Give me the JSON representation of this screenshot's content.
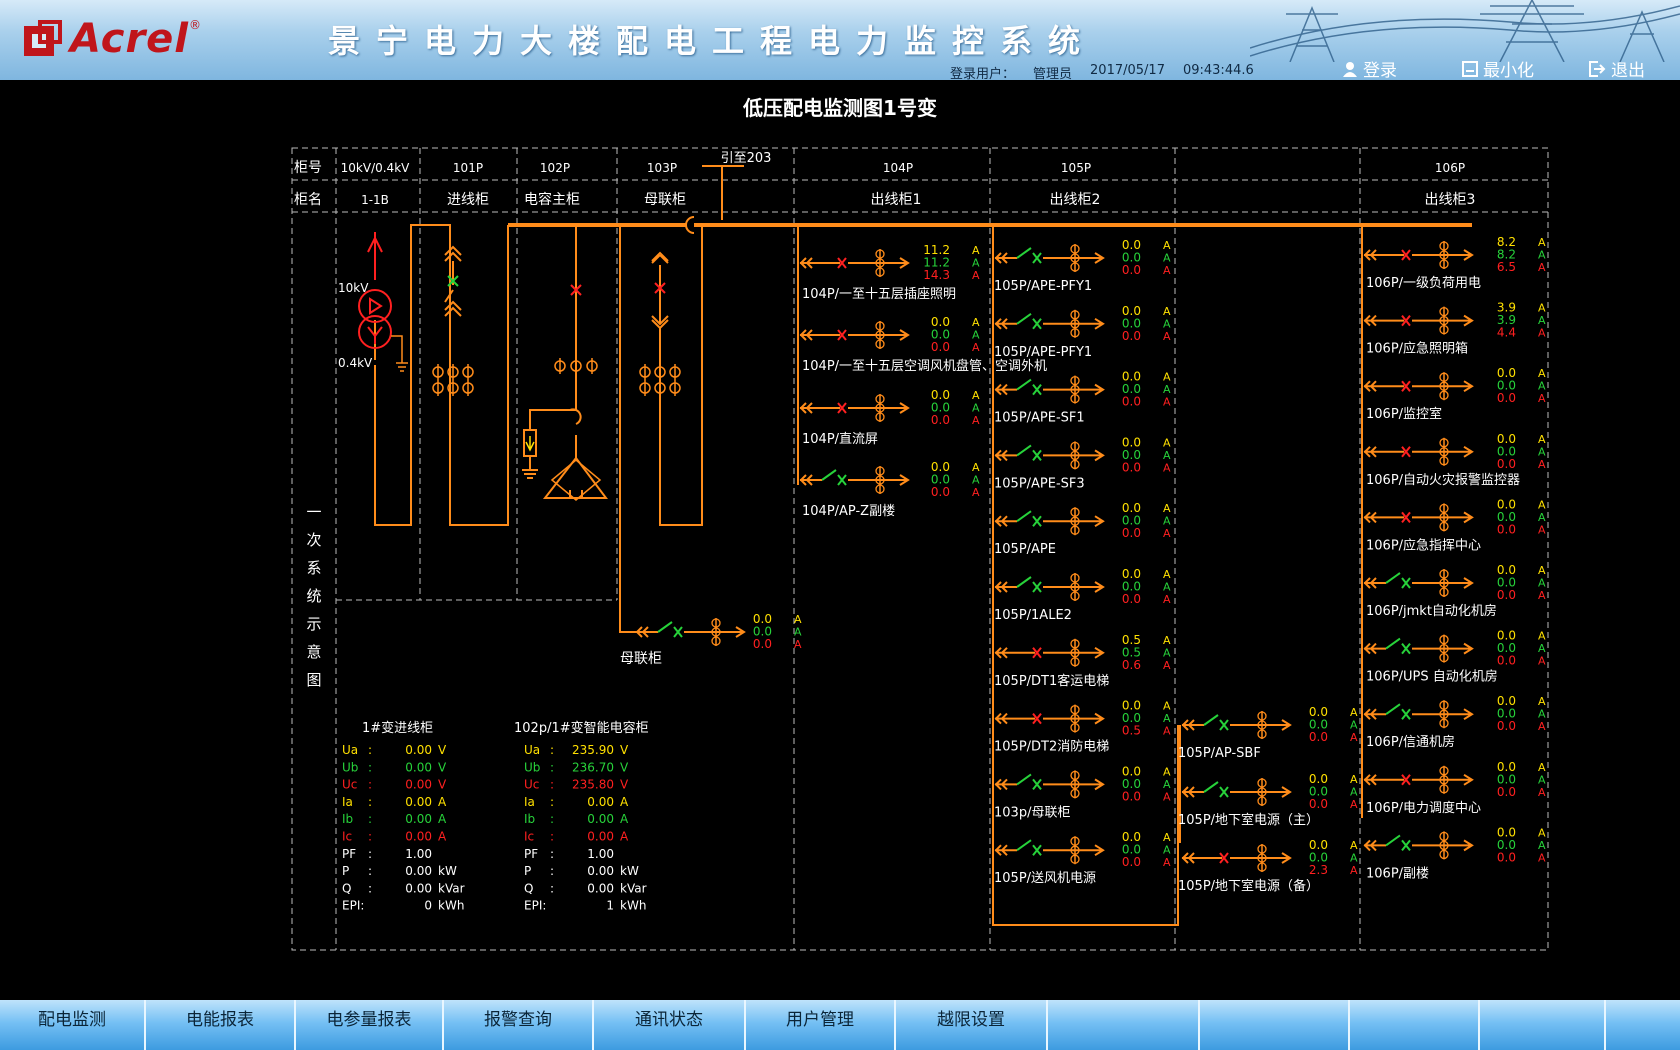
{
  "header": {
    "logo_text": "Acrel",
    "logo_reg": "®",
    "title": "景宁电力大楼配电工程电力监控系统",
    "user_label": "登录用户：",
    "user_name": "管理员",
    "date": "2017/05/17",
    "time": "09:43:44.6",
    "login_label": "登录",
    "minimize_label": "最小化",
    "exit_label": "退出"
  },
  "page_title": "低压配电监测图1号变",
  "table": {
    "row1_label": "柜号",
    "row2_label": "柜名",
    "side_label": [
      "一",
      "次",
      "系",
      "统",
      "示",
      "意",
      "图"
    ],
    "columns": [
      {
        "no": "10kV/0.4kV",
        "name": "1-1B"
      },
      {
        "no": "101P",
        "name": "进线柜"
      },
      {
        "no": "102P",
        "name": "电容主柜"
      },
      {
        "no": "103P",
        "name": "母联柜"
      },
      {
        "no": "104P",
        "name": "出线柜1"
      },
      {
        "no": "105P",
        "name": "出线柜2"
      },
      {
        "no": "",
        "name": ""
      },
      {
        "no": "106P",
        "name": "出线柜3"
      }
    ],
    "lead_label": "引至203"
  },
  "transformer": {
    "hv": "10kV",
    "lv": "0.4kV"
  },
  "bus_tie_label": "母联柜",
  "units": {
    "a": "A"
  },
  "bus_tie": {
    "values": [
      "0.0",
      "0.0",
      "0.0"
    ],
    "status": "on"
  },
  "feeders_104": [
    {
      "label": "104P/一至十五层插座照明",
      "values": [
        "11.2",
        "11.2",
        "14.3"
      ],
      "status": "off"
    },
    {
      "label": "104P/一至十五层空调风机盘管、空调外机",
      "values": [
        "0.0",
        "0.0",
        "0.0"
      ],
      "status": "off"
    },
    {
      "label": "104P/直流屏",
      "values": [
        "0.0",
        "0.0",
        "0.0"
      ],
      "status": "off"
    },
    {
      "label": "104P/AP-Z副楼",
      "values": [
        "0.0",
        "0.0",
        "0.0"
      ],
      "status": "on"
    }
  ],
  "feeders_105": [
    {
      "label": "105P/APE-PFY1",
      "values": [
        "0.0",
        "0.0",
        "0.0"
      ],
      "status": "on"
    },
    {
      "label": "105P/APE-PFY1",
      "values": [
        "0.0",
        "0.0",
        "0.0"
      ],
      "status": "on"
    },
    {
      "label": "105P/APE-SF1",
      "values": [
        "0.0",
        "0.0",
        "0.0"
      ],
      "status": "on"
    },
    {
      "label": "105P/APE-SF3",
      "values": [
        "0.0",
        "0.0",
        "0.0"
      ],
      "status": "on"
    },
    {
      "label": "105P/APE",
      "values": [
        "0.0",
        "0.0",
        "0.0"
      ],
      "status": "on"
    },
    {
      "label": "105P/1ALE2",
      "values": [
        "0.0",
        "0.0",
        "0.0"
      ],
      "status": "on"
    },
    {
      "label": "105P/DT1客运电梯",
      "values": [
        "0.5",
        "0.5",
        "0.6"
      ],
      "status": "off"
    },
    {
      "label": "105P/DT2消防电梯",
      "values": [
        "0.0",
        "0.0",
        "0.5"
      ],
      "status": "off"
    },
    {
      "label": "103p/母联柜",
      "values": [
        "0.0",
        "0.0",
        "0.0"
      ],
      "status": "on"
    },
    {
      "label": "105P/送风机电源",
      "values": [
        "0.0",
        "0.0",
        "0.0"
      ],
      "status": "on"
    }
  ],
  "feeders_105b": [
    {
      "label": "105P/AP-SBF",
      "values": [
        "0.0",
        "0.0",
        "0.0"
      ],
      "status": "on"
    },
    {
      "label": "105P/地下室电源（主）",
      "values": [
        "0.0",
        "0.0",
        "0.0"
      ],
      "status": "on"
    },
    {
      "label": "105P/地下室电源（备）",
      "values": [
        "0.0",
        "0.0",
        "2.3"
      ],
      "status": "off"
    }
  ],
  "feeders_106": [
    {
      "label": "106P/一级负荷用电",
      "values": [
        "8.2",
        "8.2",
        "6.5"
      ],
      "status": "off"
    },
    {
      "label": "106P/应急照明箱",
      "values": [
        "3.9",
        "3.9",
        "4.4"
      ],
      "status": "off"
    },
    {
      "label": "106P/监控室",
      "values": [
        "0.0",
        "0.0",
        "0.0"
      ],
      "status": "off"
    },
    {
      "label": "106P/自动火灾报警监控器",
      "values": [
        "0.0",
        "0.0",
        "0.0"
      ],
      "status": "off"
    },
    {
      "label": "106P/应急指挥中心",
      "values": [
        "0.0",
        "0.0",
        "0.0"
      ],
      "status": "off"
    },
    {
      "label": "106P/jmkt自动化机房",
      "values": [
        "0.0",
        "0.0",
        "0.0"
      ],
      "status": "on"
    },
    {
      "label": "106P/UPS 自动化机房",
      "values": [
        "0.0",
        "0.0",
        "0.0"
      ],
      "status": "on"
    },
    {
      "label": "106P/信通机房",
      "values": [
        "0.0",
        "0.0",
        "0.0"
      ],
      "status": "on"
    },
    {
      "label": "106P/电力调度中心",
      "values": [
        "0.0",
        "0.0",
        "0.0"
      ],
      "status": "off"
    },
    {
      "label": "106P/副楼",
      "values": [
        "0.0",
        "0.0",
        "0.0"
      ],
      "status": "on"
    }
  ],
  "meters": [
    {
      "title": "1#变进线柜",
      "rows": [
        {
          "k": "Ua",
          "v": "0.00",
          "u": "V",
          "c": "#ffe000"
        },
        {
          "k": "Ub",
          "v": "0.00",
          "u": "V",
          "c": "#27d23a"
        },
        {
          "k": "Uc",
          "v": "0.00",
          "u": "V",
          "c": "#ff2020"
        },
        {
          "k": "Ia",
          "v": "0.00",
          "u": "A",
          "c": "#ffe000"
        },
        {
          "k": "Ib",
          "v": "0.00",
          "u": "A",
          "c": "#27d23a"
        },
        {
          "k": "Ic",
          "v": "0.00",
          "u": "A",
          "c": "#ff2020"
        },
        {
          "k": "PF",
          "v": "1.00",
          "u": "",
          "c": "#ffffff"
        },
        {
          "k": "P",
          "v": "0.00",
          "u": "kW",
          "c": "#ffffff"
        },
        {
          "k": "Q",
          "v": "0.00",
          "u": "kVar",
          "c": "#ffffff"
        },
        {
          "k": "EPI:",
          "v": "0",
          "u": "kWh",
          "c": "#ffffff"
        }
      ]
    },
    {
      "title": "102p/1#变智能电容柜",
      "rows": [
        {
          "k": "Ua",
          "v": "235.90",
          "u": "V",
          "c": "#ffe000"
        },
        {
          "k": "Ub",
          "v": "236.70",
          "u": "V",
          "c": "#27d23a"
        },
        {
          "k": "Uc",
          "v": "235.80",
          "u": "V",
          "c": "#ff2020"
        },
        {
          "k": "Ia",
          "v": "0.00",
          "u": "A",
          "c": "#ffe000"
        },
        {
          "k": "Ib",
          "v": "0.00",
          "u": "A",
          "c": "#27d23a"
        },
        {
          "k": "Ic",
          "v": "0.00",
          "u": "A",
          "c": "#ff2020"
        },
        {
          "k": "PF",
          "v": "1.00",
          "u": "",
          "c": "#ffffff"
        },
        {
          "k": "P",
          "v": "0.00",
          "u": "kW",
          "c": "#ffffff"
        },
        {
          "k": "Q",
          "v": "0.00",
          "u": "kVar",
          "c": "#ffffff"
        },
        {
          "k": "EPI:",
          "v": "1",
          "u": "kWh",
          "c": "#ffffff"
        }
      ]
    }
  ],
  "nav": [
    "配电监测",
    "电能报表",
    "电参量报表",
    "报警查询",
    "通讯状态",
    "用户管理",
    "越限设置"
  ],
  "colors": {
    "bus": "#ff8c1a",
    "phase_a": "#ffe000",
    "phase_b": "#27d23a",
    "phase_c": "#ff2020",
    "closed": "#27d23a",
    "open": "#ff2020",
    "header_text": "#102a44"
  }
}
